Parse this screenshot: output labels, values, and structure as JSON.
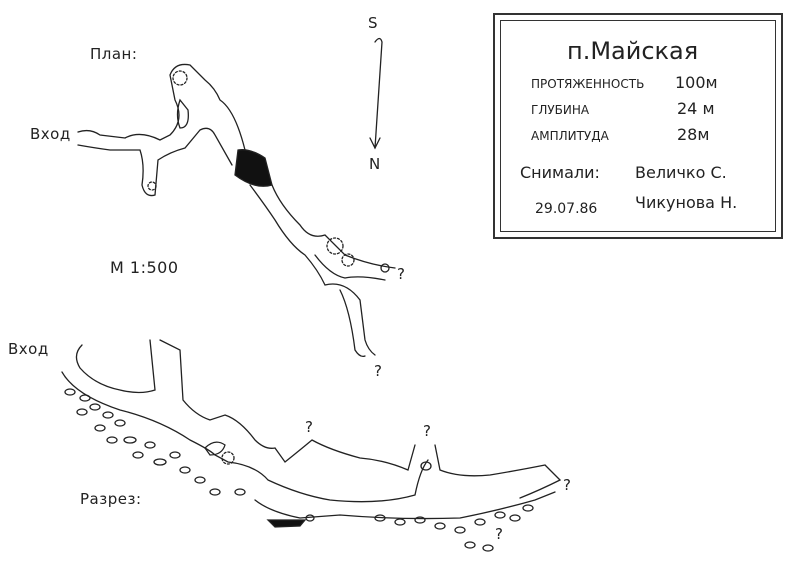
{
  "plan": {
    "label": "План:",
    "entrance_label": "Вход",
    "scale": "М 1:500",
    "compass_top": "S",
    "compass_bottom": "N",
    "unknown_marks": [
      "?",
      "?"
    ]
  },
  "section": {
    "label": "Разрез:",
    "entrance_label": "Вход",
    "unknown_marks": [
      "?",
      "?",
      "?",
      "?"
    ]
  },
  "info": {
    "title": "п.Майская",
    "rows": [
      {
        "label": "протяженность",
        "value": "100м"
      },
      {
        "label": "глубина",
        "value": "24 м"
      },
      {
        "label": "амплитуда",
        "value": "28м"
      }
    ],
    "surveyed_label": "Снимали:",
    "surveyors": [
      "Величко С.",
      "Чикунова Н."
    ],
    "date": "29.07.86"
  }
}
